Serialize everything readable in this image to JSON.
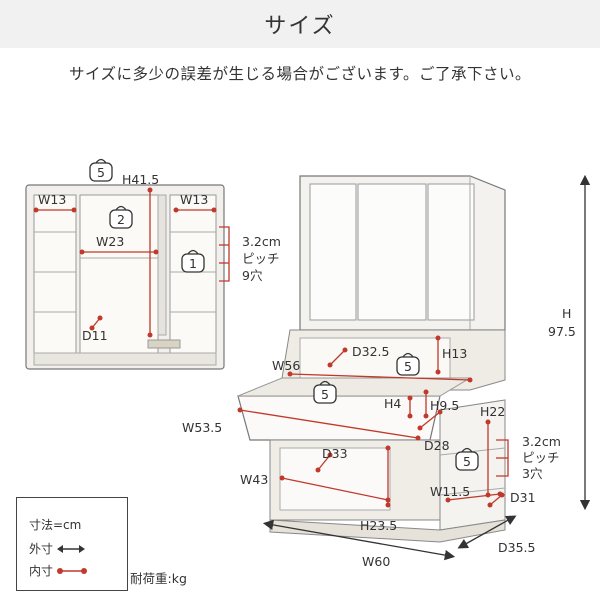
{
  "header": {
    "title": "サイズ"
  },
  "note": "サイズに多少の誤差が生じる場合がございます。ご了承下さい。",
  "upper_unit": {
    "height": "H41.5",
    "left_width": "W13",
    "right_width": "W13",
    "center_width": "W23",
    "depth": "D11",
    "pitch_line1": "3.2cm",
    "pitch_line2": "ピッチ",
    "pitch_line3": "9穴",
    "load_top": "5",
    "load_center": "2",
    "load_side": "1"
  },
  "main_unit": {
    "height_label": "H",
    "height_value": "97.5",
    "top_shelf_height": "H13",
    "inner_width": "W56",
    "tray_depth": "D32.5",
    "tray_load": "5",
    "drawer_load": "5",
    "drawer_height": "H4",
    "drawer_inner_height": "H9.5",
    "drawer_width": "W53.5",
    "drawer_depth": "D28",
    "side_height": "H22",
    "knee_depth": "D33",
    "knee_width": "W43",
    "knee_height": "H23.5",
    "side_width": "W11.5",
    "side_depth": "D31",
    "side_load": "5",
    "pitch_line1": "3.2cm",
    "pitch_line2": "ピッチ",
    "pitch_line3": "3穴",
    "total_width": "W60",
    "total_depth": "D35.5"
  },
  "legend": {
    "unit": "寸法=cm",
    "outer": "外寸",
    "inner": "内寸",
    "load": "耐荷重:kg"
  },
  "colors": {
    "inner_dim": "#c0392b",
    "outline": "#555555",
    "header_bg": "#f1f1f1"
  }
}
